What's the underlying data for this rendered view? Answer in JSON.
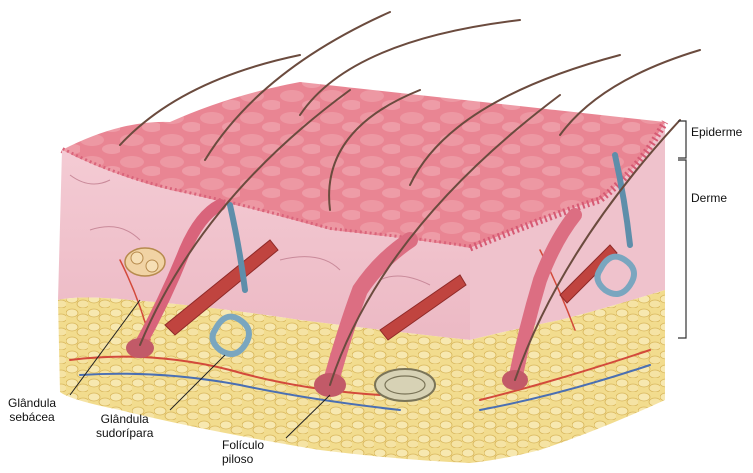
{
  "labels": {
    "epiderme": "Epiderme",
    "derme": "Derme",
    "glandula_sebacea": [
      "Glândula",
      "sebácea"
    ],
    "glandula_sudoripara": [
      "Glândula",
      "sudorípara"
    ],
    "foliculo_piloso": [
      "Folículo",
      "piloso"
    ]
  },
  "colors": {
    "epidermis_top": "#e58a97",
    "epidermis_edge": "#d65a74",
    "dermis": "#f1c6d0",
    "hypodermis_fat": "#f0d98a",
    "sweat_gland": "#7aa6bf",
    "hair": "#6b4b3e",
    "muscle": "#c0443f"
  }
}
